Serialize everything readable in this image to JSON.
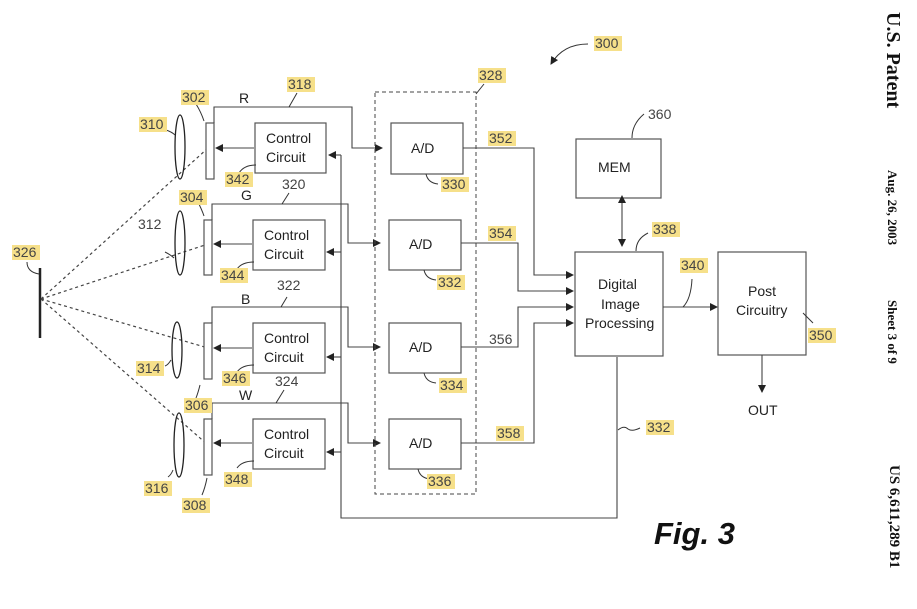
{
  "header": {
    "patent_label": "U.S. Patent",
    "date": "Aug. 26, 2003",
    "sheet": "Sheet 3 of 9",
    "patent_number": "US 6,611,289 B1"
  },
  "figure": {
    "caption": "Fig. 3",
    "reference": "300"
  },
  "channels": [
    {
      "color": "R",
      "line_ref": "318",
      "sensor_ref": "302",
      "lens_ref": "310",
      "control_ref": "342",
      "ad_ref": "330",
      "out_ref": "352"
    },
    {
      "color": "G",
      "line_ref": "320",
      "sensor_ref": "304",
      "lens_ref": "312",
      "control_ref": "344",
      "ad_ref": "332",
      "out_ref": "354"
    },
    {
      "color": "B",
      "line_ref": "322",
      "sensor_ref": "306",
      "lens_ref": "314",
      "control_ref": "346",
      "ad_ref": "334",
      "out_ref": "356"
    },
    {
      "color": "W",
      "line_ref": "324",
      "sensor_ref": "308",
      "lens_ref": "316",
      "control_ref": "348",
      "ad_ref": "336",
      "out_ref": "358"
    }
  ],
  "blocks": {
    "control_circuit_line1": "Control",
    "control_circuit_line2": "Circuit",
    "ad": "A/D",
    "mem": "MEM",
    "dip_line1": "Digital",
    "dip_line2": "Image",
    "dip_line3": "Processing",
    "post_line1": "Post",
    "post_line2": "Circuitry",
    "out": "OUT"
  },
  "refs": {
    "object": "326",
    "ad_group": "328",
    "mem": "360",
    "dip": "338",
    "dip_to_post": "340",
    "post": "350",
    "feedback": "332"
  },
  "highlighted_refs": [
    "300",
    "302",
    "304",
    "306",
    "308",
    "310",
    "314",
    "316",
    "318",
    "326",
    "328",
    "330",
    "332",
    "334",
    "336",
    "338",
    "340",
    "342",
    "344",
    "346",
    "348",
    "350",
    "352",
    "354",
    "358"
  ],
  "highlight_color": "#f6e08a"
}
